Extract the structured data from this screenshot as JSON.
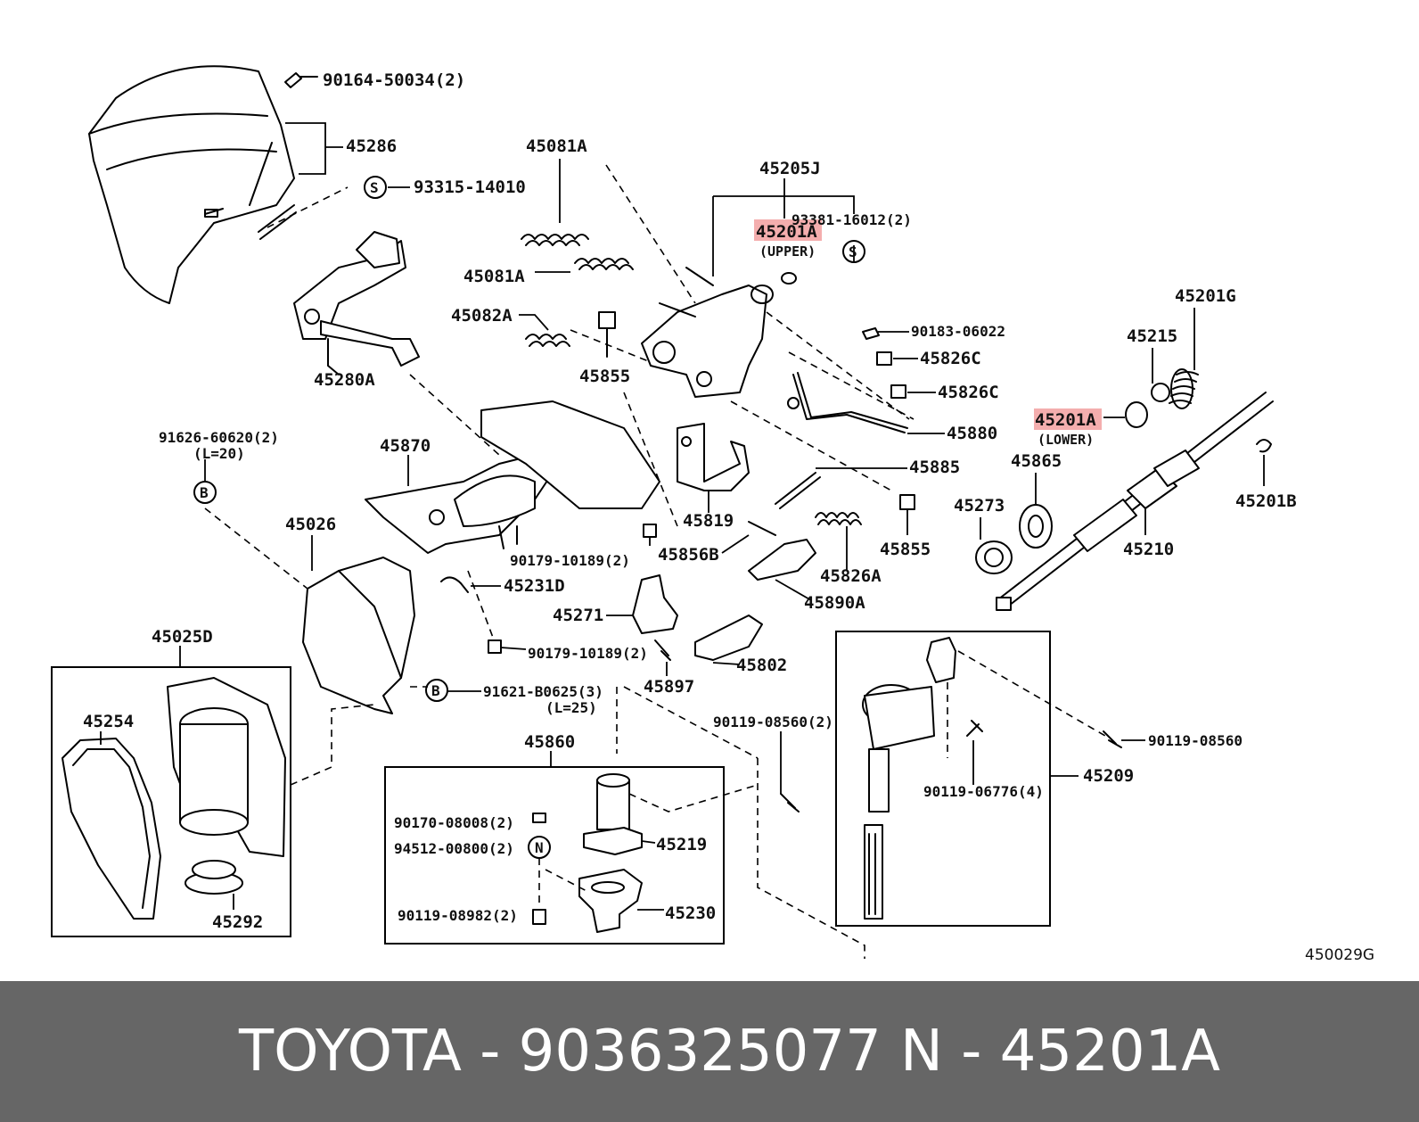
{
  "labels": {
    "p90164": "90164-50034(2)",
    "p45286": "45286",
    "p93315": "93315-14010",
    "s_symbol": "S",
    "b_symbol": "B",
    "n_symbol": "N",
    "p45081A_1": "45081A",
    "p45081A_2": "45081A",
    "p45082A": "45082A",
    "p45855_1": "45855",
    "p45280A": "45280A",
    "p45205J": "45205J",
    "p93381": "93381-16012(2)",
    "p45201A_upper": "45201A",
    "upper_note": "(UPPER)",
    "p90183": "90183-06022",
    "p45826C_1": "45826C",
    "p45826C_2": "45826C",
    "p45880": "45880",
    "p45201G": "45201G",
    "p45215": "45215",
    "p45201A_lower": "45201A",
    "lower_note": "(LOWER)",
    "p91626": "91626-60620(2)",
    "p91626_len": "(L=20)",
    "p45870": "45870",
    "p45885": "45885",
    "p45865": "45865",
    "p45273": "45273",
    "p45201B": "45201B",
    "p45026": "45026",
    "p45819": "45819",
    "p45855_2": "45855",
    "p45210": "45210",
    "p90179_1": "90179-10189(2)",
    "p45856B": "45856B",
    "p45826A": "45826A",
    "p45231D": "45231D",
    "p45890A": "45890A",
    "p45271": "45271",
    "p45025D": "45025D",
    "p90179_2": "90179-10189(2)",
    "p45802": "45802",
    "p45897": "45897",
    "p91621": "91621-B0625(3)",
    "p91621_len": "(L=25)",
    "p45254": "45254",
    "p90119_08560_a": "90119-08560(2)",
    "p90119_08560_b": "90119-08560",
    "p45860": "45860",
    "p45209": "45209",
    "p90119_06776": "90119-06776(4)",
    "p90170": "90170-08008(2)",
    "p94512": "94512-00800(2)",
    "p45219": "45219",
    "p90119_08982": "90119-08982(2)",
    "p45230": "45230",
    "p45292": "45292",
    "diagram_code": "450029G"
  },
  "footer": {
    "brand_line": "TOYOTA - 9036325077",
    "part_ref": "N - 45201A"
  },
  "colors": {
    "footer_bg": "#666666",
    "highlight": "#f2a0a0"
  }
}
